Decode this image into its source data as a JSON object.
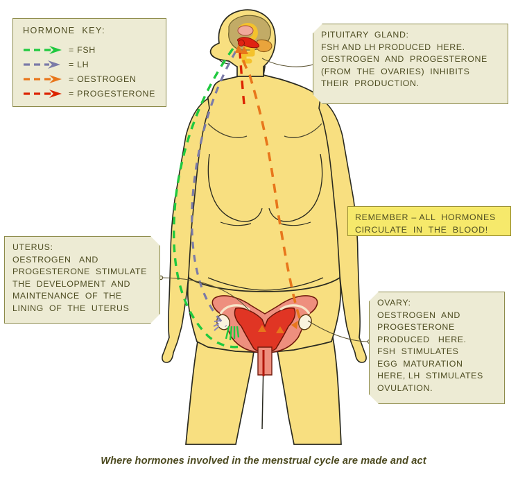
{
  "caption": "Where hormones involved in the menstrual cycle are made and act",
  "legend": {
    "title": "HORMONE  KEY:",
    "items": [
      {
        "label": "= FSH",
        "hormone": "FSH",
        "color": "#1FC93F"
      },
      {
        "label": "= LH",
        "hormone": "LH",
        "color": "#7B7BA8"
      },
      {
        "label": "= OESTROGEN",
        "hormone": "OESTROGEN",
        "color": "#E8761B"
      },
      {
        "label": "= PROGESTERONE",
        "hormone": "PROGESTERONE",
        "color": "#DC2400"
      }
    ]
  },
  "callouts": {
    "pituitary": {
      "lines": [
        "PITUITARY  GLAND:",
        "FSH AND LH PRODUCED  HERE.",
        "OESTROGEN  AND  PROGESTERONE",
        "(FROM  THE  OVARIES)  INHIBITS",
        "THEIR  PRODUCTION."
      ]
    },
    "uterus": {
      "lines": [
        "UTERUS:",
        "OESTROGEN   AND",
        "PROGESTERONE  STIMULATE",
        "THE  DEVELOPMENT  AND",
        "MAINTENANCE  OF  THE",
        "LINING  OF  THE  UTERUS"
      ]
    },
    "ovary": {
      "lines": [
        "OVARY:",
        "OESTROGEN  AND",
        "PROGESTERONE",
        "PRODUCED   HERE.",
        "FSH  STIMULATES",
        "EGG  MATURATION",
        "HERE, LH  STIMULATES",
        "OVULATION."
      ]
    },
    "remember": {
      "lines": [
        "REMEMBER – ALL  HORMONES",
        "CIRCULATE  IN  THE  BLOOD!"
      ]
    }
  },
  "colors": {
    "skin": "#F8DF80",
    "skin_shadow": "#F2D264",
    "outline": "#2a2a20",
    "box_fill": "#EDEBD4",
    "box_border": "#8c8a4a",
    "remember_fill": "#F6E96B",
    "brain_outer": "#C9B26A",
    "brain_inner": "#F2C94C",
    "uterus_body": "#E33B25",
    "uterus_wall": "#EE8F7E",
    "connector": "#5a5230",
    "background": "#FFFFFF",
    "text": "#4e4d22"
  },
  "anatomy": {
    "labels": [
      "head",
      "brain",
      "pituitary-gland",
      "torso",
      "uterus",
      "ovary-left",
      "ovary-right",
      "legs",
      "arms"
    ]
  }
}
